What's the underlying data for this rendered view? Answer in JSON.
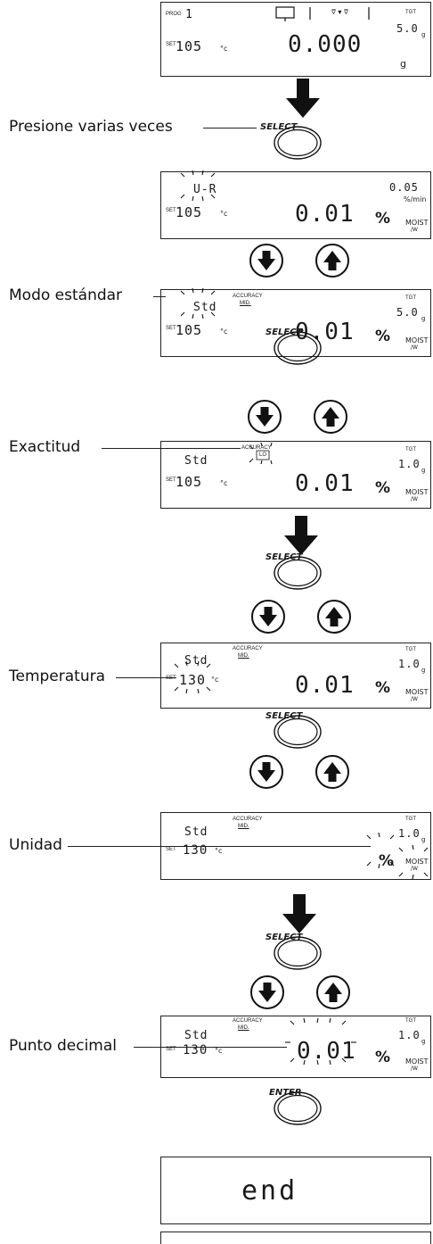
{
  "labels": {
    "press": "Presione varias veces",
    "std_mode": "Modo estándar",
    "accuracy": "Exactitud",
    "temperature": "Temperatura",
    "unit": "Unidad",
    "decimal": "Punto decimal"
  },
  "buttons": {
    "select": "SELECT",
    "enter": "ENTER"
  },
  "display": {
    "prog": "PROG",
    "prog_val": "1",
    "set": "SET",
    "tgt": "TGT",
    "accuracy": "ACCURACY",
    "mid": "MID.",
    "lo": "LO",
    "moist": "MOIST",
    "per_w": "/W",
    "per_min": "%/min",
    "deg_c": "°c",
    "unit_g": "g",
    "unit_pct": "%",
    "temp_105": "105",
    "temp_130": "130",
    "tgt_50": "5.0",
    "tgt_10": "1.0",
    "ur_val": "0.05",
    "weight": "0.000",
    "pct_val": "0.01",
    "mode_ur": "U-R",
    "mode_std": "Std",
    "end": "end"
  }
}
